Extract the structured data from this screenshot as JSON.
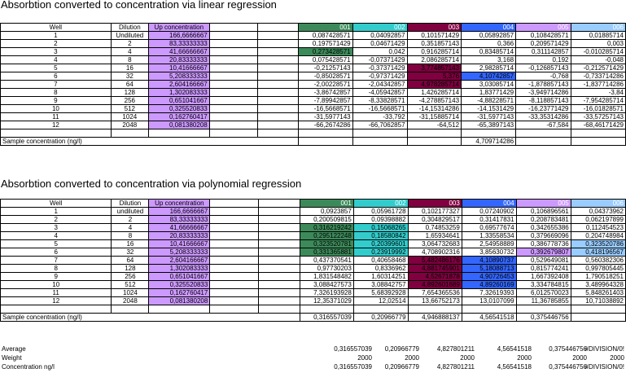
{
  "title1": "Absorbtion converted to concentration via linear regression",
  "title2": "Absorbtion converted to concentration via polynomial regression",
  "headers": [
    "Well",
    "Dilution",
    "Up concentration"
  ],
  "cols": [
    "001",
    "002",
    "003",
    "004",
    "005",
    "006"
  ],
  "sample_label": "Sample concentration (ng/l)",
  "t1": {
    "rows": [
      [
        "1",
        "Undiluted",
        "166,6666667",
        "0,087428571",
        "0,04092857",
        "0,101571429",
        "0,05892857",
        "0,108428571",
        "0,01885714"
      ],
      [
        "2",
        "2",
        "83,33333333",
        "0,197571429",
        "0,04671429",
        "0,351857143",
        "0,366",
        "0,209571429",
        "0,003"
      ],
      [
        "3",
        "4",
        "41,66666667",
        "0,273428571",
        "0,042",
        "0,916285714",
        "0,83485714",
        "0,311142857",
        "-0,010285714"
      ],
      [
        "4",
        "8",
        "20,83333333",
        "0,075428571",
        "-0,07371429",
        "2,086285714",
        "3,168",
        "0,192",
        "-0,048"
      ],
      [
        "5",
        "16",
        "10,41666667",
        "-0,21257143",
        "-0,37371429",
        "3,774857143",
        "2,98285714",
        "-0,126857143",
        "-0,212571429"
      ],
      [
        "6",
        "32",
        "5,208333333",
        "-0,85028571",
        "-0,97371429",
        "5,376",
        "4,10742857",
        "-0,768",
        "-0,733714286"
      ],
      [
        "7",
        "64",
        "2,604166667",
        "-2,00228571",
        "-2,04342857",
        "4,978285714",
        "3,03085714",
        "-1,878857143",
        "-1,837714286"
      ],
      [
        "8",
        "128",
        "1,302083333",
        "-3,86742857",
        "-4,05942857",
        "1,426285714",
        "1,83771429",
        "-3,949714286",
        "-3,84"
      ],
      [
        "9",
        "256",
        "0,651041667",
        "-7,89942857",
        "-8,33828571",
        "-4,278857143",
        "-4,88228571",
        "-8,118857143",
        "-7,954285714"
      ],
      [
        "10",
        "512",
        "0,325520833",
        "-16,5668571",
        "-16,5668571",
        "-14,15314286",
        "-14,1531429",
        "-16,23771429",
        "-16,01828571"
      ],
      [
        "11",
        "1024",
        "0,162760417",
        "-31,5977143",
        "-33,792",
        "-31,15885714",
        "-31,5977143",
        "-33,35314286",
        "-33,57257143"
      ],
      [
        "12",
        "2048",
        "0,081380208",
        "-66,2674286",
        "-66,7062857",
        "-64,512",
        "-65,3897143",
        "-67,584",
        "-68,46171429"
      ]
    ],
    "sample": [
      "",
      "",
      "",
      "4,709714286",
      "",
      ""
    ],
    "hl": [
      [
        "",
        "",
        "",
        "",
        "",
        ""
      ],
      [
        "",
        "",
        "",
        "",
        "",
        ""
      ],
      [
        "g",
        "",
        "",
        "",
        "",
        ""
      ],
      [
        "",
        "",
        "",
        "",
        "",
        ""
      ],
      [
        "",
        "",
        "m",
        "",
        "",
        ""
      ],
      [
        "",
        "",
        "m",
        "b",
        "",
        ""
      ],
      [
        "",
        "",
        "m",
        "",
        "",
        ""
      ],
      [
        "",
        "",
        "",
        "",
        "",
        ""
      ],
      [
        "",
        "",
        "",
        "",
        "",
        ""
      ],
      [
        "",
        "",
        "",
        "",
        "",
        ""
      ],
      [
        "",
        "",
        "",
        "",
        "",
        ""
      ],
      [
        "",
        "",
        "",
        "",
        "",
        ""
      ]
    ]
  },
  "t2": {
    "rows": [
      [
        "1",
        "undiluted",
        "166,6666667",
        "0,0923857",
        "0,05961728",
        "0,102177327",
        "0,07240902",
        "0,106896561",
        "0,04373962"
      ],
      [
        "2",
        "2",
        "83,33333333",
        "0,200509815",
        "0,09398882",
        "0,304829517",
        "0,31417831",
        "0,208783481",
        "0,062197899"
      ],
      [
        "3",
        "4",
        "41,66666667",
        "0,316219242",
        "0,15068265",
        "0,74853259",
        "0,69577674",
        "0,342655386",
        "0,112454523"
      ],
      [
        "4",
        "8",
        "20,83333333",
        "0,295122248",
        "0,18580842",
        "1,65934641",
        "1,33558534",
        "0,379669096",
        "0,204748984"
      ],
      [
        "5",
        "16",
        "10,41666667",
        "0,323520781",
        "0,20399601",
        "3,064732683",
        "2,54958889",
        "0,386778736",
        "0,323520786"
      ],
      [
        "6",
        "32",
        "5,208333333",
        "0,331365881",
        "0,23919992",
        "4,708902316",
        "3,85630732",
        "0,392679807",
        "0,418196567"
      ],
      [
        "7",
        "64",
        "2,604166667",
        "0,437370541",
        "0,40658468",
        "5,482486176",
        "4,10890737",
        "0,529649081",
        "0,560382306"
      ],
      [
        "8",
        "128",
        "1,302083333",
        "0,97730203",
        "0,8336962",
        "4,881745901",
        "5,18088713",
        "0,815774241",
        "0,997805445"
      ],
      [
        "9",
        "256",
        "0,651041667",
        "1,831548482",
        "1,60314251",
        "4,52671878",
        "4,90726453",
        "1,667392408",
        "1,790518251"
      ],
      [
        "10",
        "512",
        "0,325520833",
        "3,088427573",
        "3,08842757",
        "4,892601689",
        "4,89260169",
        "3,334784815",
        "3,489964328"
      ],
      [
        "11",
        "1024",
        "0,162760417",
        "7,326193928",
        "5,68392928",
        "7,654365536",
        "7,32619393",
        "6,012570023",
        "5,848261403"
      ],
      [
        "12",
        "2048",
        "0,081380208",
        "12,35371029",
        "12,02514",
        "13,66752173",
        "13,0107099",
        "11,36785855",
        "10,71038892"
      ]
    ],
    "sample": [
      "0,316557039",
      "0,20966779",
      "4,946888137",
      "4,56541518",
      "0,375446756",
      ""
    ],
    "hl": [
      [
        "",
        "",
        "",
        "",
        "",
        ""
      ],
      [
        "",
        "",
        "",
        "",
        "",
        ""
      ],
      [
        "g",
        "t",
        "",
        "",
        "",
        ""
      ],
      [
        "g",
        "t",
        "",
        "",
        "",
        ""
      ],
      [
        "g",
        "t",
        "",
        "",
        "",
        "s"
      ],
      [
        "g",
        "t",
        "",
        "",
        "v",
        "s"
      ],
      [
        "",
        "",
        "m",
        "b",
        "",
        ""
      ],
      [
        "",
        "",
        "m",
        "b",
        "",
        ""
      ],
      [
        "",
        "",
        "m",
        "b",
        "",
        ""
      ],
      [
        "",
        "",
        "m",
        "b",
        "",
        ""
      ],
      [
        "",
        "",
        "",
        "",
        "",
        ""
      ],
      [
        "",
        "",
        "",
        "",
        "",
        ""
      ]
    ]
  },
  "summary": [
    {
      "label": "Average",
      "vals": [
        "0,316557039",
        "0,20966779",
        "4,827801211",
        "4,56541518",
        "0,375446756",
        "#DIVISION/0!"
      ]
    },
    {
      "label": "Weight",
      "vals": [
        "2000",
        "2000",
        "2000",
        "2000",
        "2000",
        "2000"
      ]
    },
    {
      "label": "Concentration ng/l",
      "vals": [
        "0,316557039",
        "0,20966779",
        "4,827801211",
        "4,56541518",
        "0,375446756",
        "#DIVISION/0!"
      ]
    }
  ]
}
